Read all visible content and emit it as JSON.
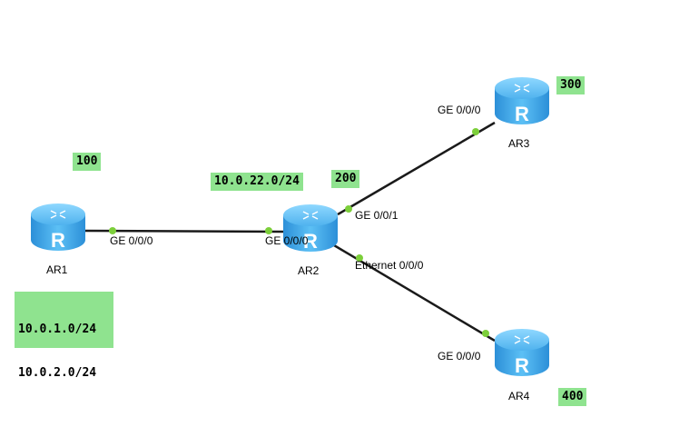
{
  "routers": [
    {
      "id": "ar1",
      "name": "AR1"
    },
    {
      "id": "ar2",
      "name": "AR2"
    },
    {
      "id": "ar3",
      "name": "AR3"
    },
    {
      "id": "ar4",
      "name": "AR4"
    }
  ],
  "as_tags": {
    "ar1": "100",
    "ar2": "200",
    "ar3": "300",
    "ar4": "400"
  },
  "networks": {
    "ar1_nets": [
      "10.0.1.0/24",
      "10.0.2.0/24"
    ],
    "ar1_ar2_link": "10.0.22.0/24"
  },
  "interfaces": {
    "ar1_to_ar2": "GE 0/0/0",
    "ar2_to_ar1": "GE 0/0/0",
    "ar2_to_ar3": "GE 0/0/1",
    "ar3_to_ar2": "GE 0/0/0",
    "ar2_to_ar4": "Ethernet 0/0/0",
    "ar4_to_ar2": "GE 0/0/0"
  },
  "colors": {
    "tag_bg": "#8fe38f",
    "link": "#1a1a1a",
    "port_dot": "#7ccf3a",
    "router_body": "#3aa0e8"
  }
}
